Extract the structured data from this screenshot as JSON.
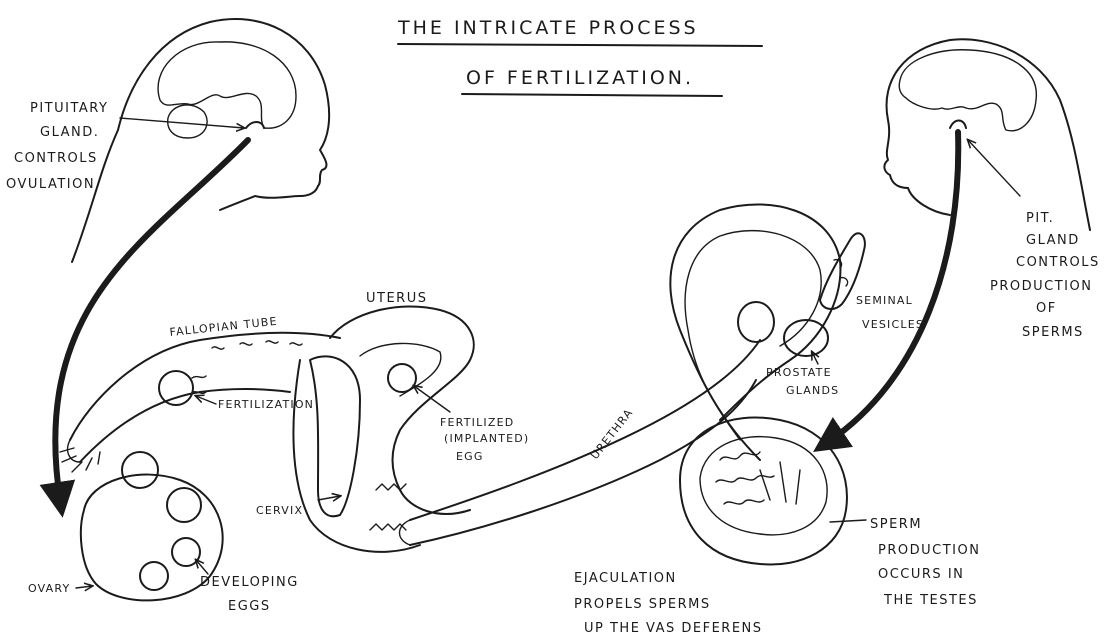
{
  "title": {
    "line1": "THE INTRICATE PROCESS",
    "line2": "OF FERTILIZATION."
  },
  "labels": {
    "pituitary_female": [
      "PITUITARY",
      "GLAND.",
      "CONTROLS",
      "OVULATION"
    ],
    "pituitary_male": [
      "PIT.",
      "GLAND",
      "CONTROLS",
      "PRODUCTION",
      "OF",
      "SPERMS"
    ],
    "uterus": "UTERUS",
    "fallopian_tube": "FALLOPIAN TUBE",
    "fertilization": "FERTILIZATION",
    "fertilized_egg": [
      "FERTILIZED",
      "(IMPLANTED)",
      "EGG"
    ],
    "cervix": "CERVIX",
    "ovary": "OVARY",
    "developing_eggs": [
      "DEVELOPING",
      "EGGS"
    ],
    "seminal_vesicles": [
      "SEMINAL",
      "VESICLES"
    ],
    "prostate_glands": [
      "PROSTATE",
      "GLANDS"
    ],
    "urethra": "URETHRA",
    "sperm_production": [
      "SPERM",
      "PRODUCTION",
      "OCCURS IN",
      "THE TESTES"
    ],
    "ejaculation": [
      "EJACULATION",
      "PROPELS SPERMS",
      "UP THE VAS DEFERENS"
    ]
  },
  "colors": {
    "ink": "#1b1b1b",
    "paper": "#ffffff"
  }
}
